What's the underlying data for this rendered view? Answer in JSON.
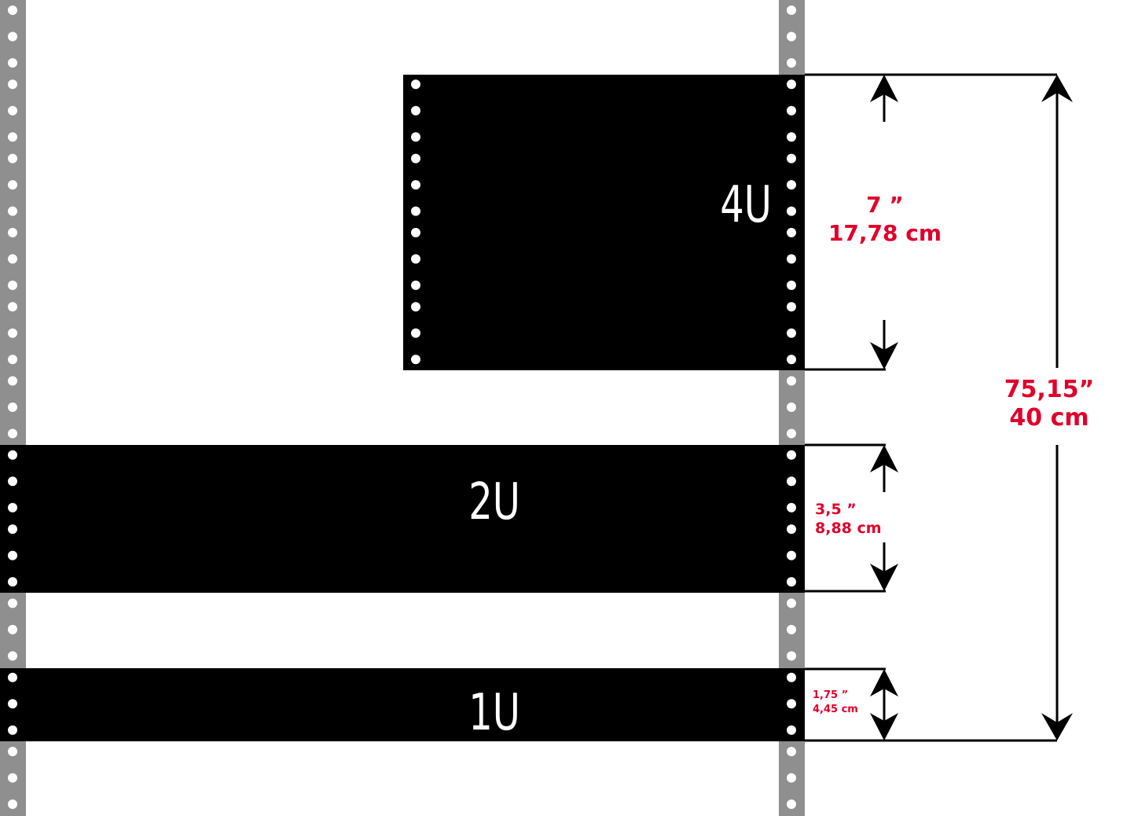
{
  "units": [
    {
      "label": "4U",
      "height_u": 4,
      "dim_in": "7 ”",
      "dim_cm": "17,78 cm"
    },
    {
      "label": "2U",
      "height_u": 2,
      "dim_in": "3,5 ”",
      "dim_cm": "8,88 cm"
    },
    {
      "label": "1U",
      "height_u": 1,
      "dim_in": "1,75 ”",
      "dim_cm": "4,45 cm"
    }
  ],
  "total": {
    "dim_in": "75,15”",
    "dim_cm": "40 cm"
  },
  "colors": {
    "rail": "#8f8f8f",
    "panel": "#000000",
    "label": "#e0002a",
    "hole": "#ffffff"
  }
}
